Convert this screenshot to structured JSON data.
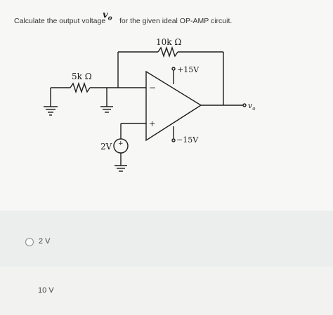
{
  "question": {
    "prefix": "Calculate the output voltage",
    "variable": "v",
    "variable_sub": "o",
    "suffix": "for the given ideal OP-AMP circuit."
  },
  "circuit": {
    "feedback_resistor": "10k Ω",
    "input_resistor": "5k Ω",
    "supply_positive": "+15V",
    "supply_negative": "−15V",
    "source_voltage": "2V",
    "source_sign": "+",
    "inverting_sign": "−",
    "noninverting_sign": "+",
    "output_label": "v",
    "output_sub": "o"
  },
  "options": [
    {
      "label": "2 V"
    },
    {
      "label": "10 V"
    }
  ],
  "colors": {
    "line": "#1d1d1d",
    "background": "#f4f4f2"
  }
}
